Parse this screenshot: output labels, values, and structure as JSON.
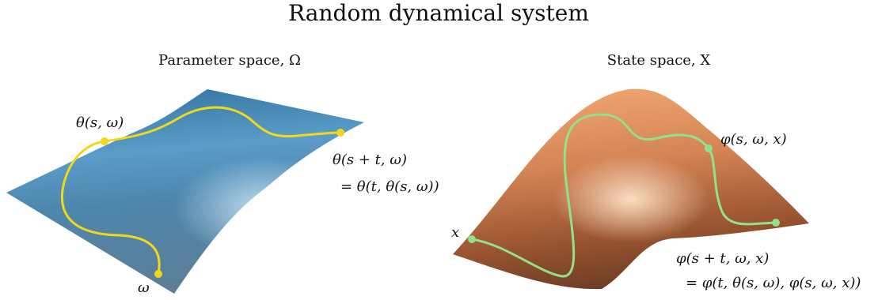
{
  "title": "Random dynamical system",
  "parameter_panel": {
    "title": "Parameter space, Ω",
    "label_start": "ω",
    "label_theta_s": "θ(s, ω)",
    "label_theta_st_line1": "θ(s + t, ω)",
    "label_theta_st_line2": "= θ(t, θ(s, ω))",
    "surface_color": "#3f7fa8",
    "curve_color": "#f2d81c"
  },
  "state_panel": {
    "title": "State space, X",
    "label_start": "x",
    "label_phi_s": "φ(s, ω, x)",
    "label_phi_st_line1": "φ(s + t, ω, x)",
    "label_phi_st_line2": "= φ(t, θ(s, ω), φ(s, ω, x))",
    "surface_color": "#c9774a",
    "curve_color": "#93e08a"
  }
}
